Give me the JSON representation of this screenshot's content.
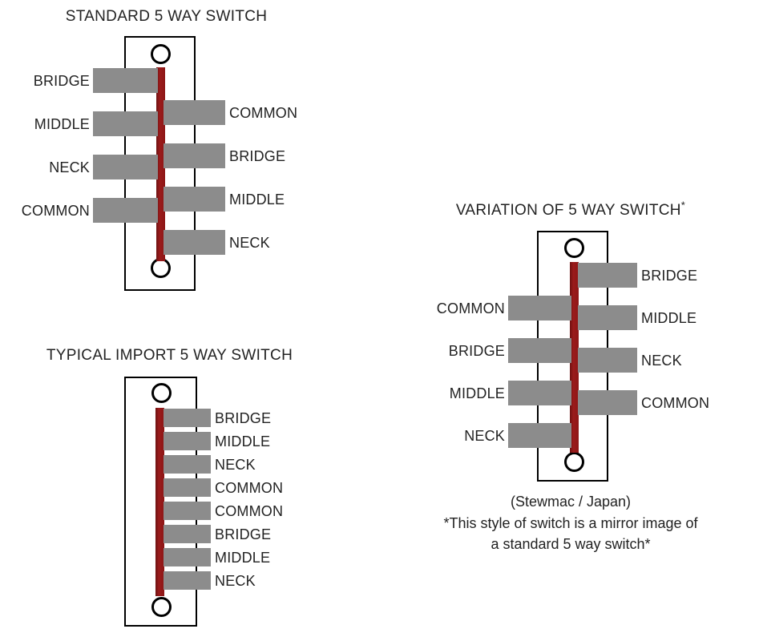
{
  "diagrams": [
    {
      "id": "standard",
      "title": "STANDARD 5 WAY SWITCH",
      "title_asterisk": "",
      "left_lugs": [
        {
          "label": "BRIDGE"
        },
        {
          "label": "MIDDLE"
        },
        {
          "label": "NECK"
        },
        {
          "label": "COMMON"
        }
      ],
      "right_lugs": [
        {
          "label": "COMMON"
        },
        {
          "label": "BRIDGE"
        },
        {
          "label": "MIDDLE"
        },
        {
          "label": "NECK"
        }
      ],
      "caption_lines": []
    },
    {
      "id": "typical-import",
      "title": "TYPICAL IMPORT 5 WAY SWITCH",
      "title_asterisk": "",
      "left_lugs": [],
      "right_lugs": [
        {
          "label": "BRIDGE"
        },
        {
          "label": "MIDDLE"
        },
        {
          "label": "NECK"
        },
        {
          "label": "COMMON"
        },
        {
          "label": "COMMON"
        },
        {
          "label": "BRIDGE"
        },
        {
          "label": "MIDDLE"
        },
        {
          "label": "NECK"
        }
      ],
      "caption_lines": []
    },
    {
      "id": "variation",
      "title": "VARIATION OF 5 WAY SWITCH",
      "title_asterisk": "*",
      "left_lugs": [
        {
          "label": "COMMON"
        },
        {
          "label": "BRIDGE"
        },
        {
          "label": "MIDDLE"
        },
        {
          "label": "NECK"
        }
      ],
      "right_lugs": [
        {
          "label": "BRIDGE"
        },
        {
          "label": "MIDDLE"
        },
        {
          "label": "NECK"
        },
        {
          "label": "COMMON"
        }
      ],
      "caption_lines": [
        "(Stewmac / Japan)",
        "*This style of switch is a mirror image of",
        "a standard 5 way switch*"
      ]
    }
  ],
  "colors": {
    "lug_gray": "#8c8c8c",
    "blade_red": "#8c1616",
    "outline_black": "#000000",
    "text": "#222222",
    "background": "#ffffff"
  }
}
